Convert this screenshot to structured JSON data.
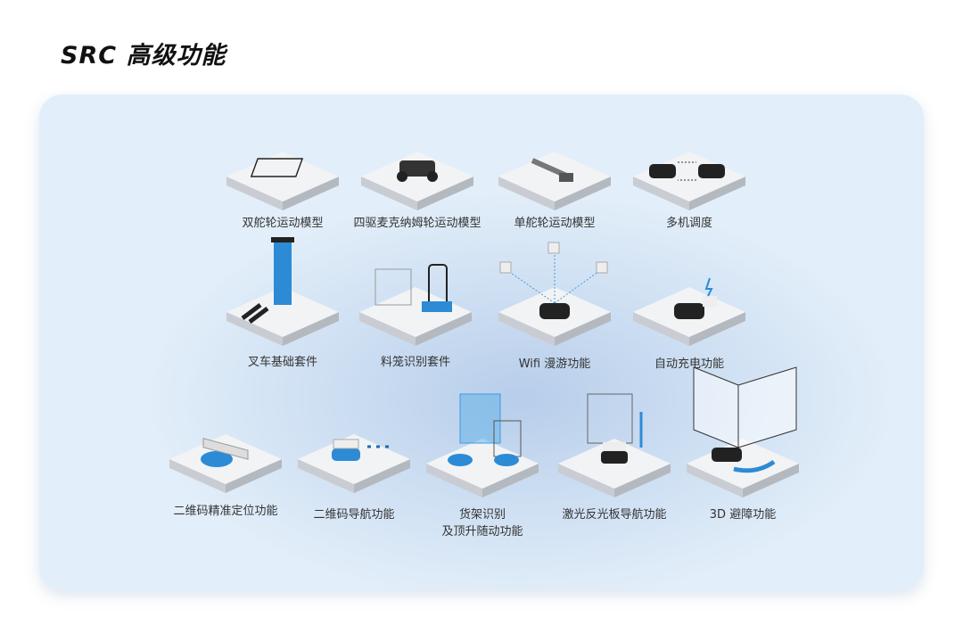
{
  "title": "SRC 高级功能",
  "features": [
    {
      "label": "双舵轮运动模型",
      "icon": "dual-steering-frame-icon"
    },
    {
      "label": "四驱麦克纳姆轮运动模型",
      "icon": "mecanum-chassis-icon"
    },
    {
      "label": "单舵轮运动模型",
      "icon": "single-steering-icon"
    },
    {
      "label": "多机调度",
      "icon": "multi-robot-icon"
    },
    {
      "label": "叉车基础套件",
      "icon": "forklift-icon"
    },
    {
      "label": "料笼识别套件",
      "icon": "cage-recognition-icon"
    },
    {
      "label": "Wifi 漫游功能",
      "icon": "wifi-roaming-icon"
    },
    {
      "label": "自动充电功能",
      "icon": "auto-charging-icon"
    },
    {
      "label": "二维码精准定位功能",
      "icon": "qr-positioning-icon"
    },
    {
      "label": "二维码导航功能",
      "icon": "qr-navigation-icon"
    },
    {
      "label": "货架识别\n及顶升随动功能",
      "line1": "货架识别",
      "line2": "及顶升随动功能",
      "icon": "shelf-lift-icon"
    },
    {
      "label": "激光反光板导航功能",
      "icon": "laser-reflector-icon"
    },
    {
      "label": "3D 避障功能",
      "icon": "obstacle-avoidance-3d-icon"
    }
  ]
}
